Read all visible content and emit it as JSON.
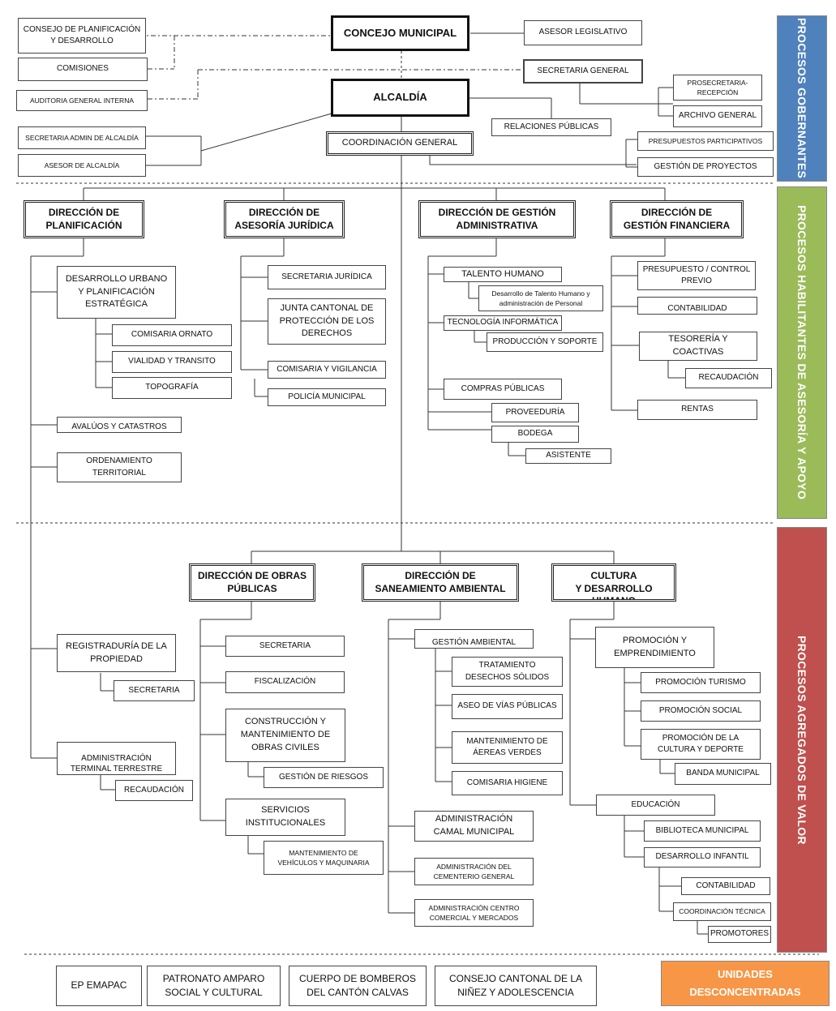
{
  "colors": {
    "gobernantes": "#4f81bd",
    "habilitantes": "#9bbb59",
    "agregados": "#c0504d",
    "desconcentradas": "#f79646"
  },
  "bands": {
    "gobernantes": "PROCESOS GOBERNANTES",
    "habilitantes": "PROCESOS HABILITANTES DE ASESORÍA Y APOYO",
    "agregados": "PROCESOS AGREGADOS DE VALOR",
    "desconcentradas": "UNIDADES\nDESCONCENTRADAS"
  },
  "gobernantes": {
    "concejo": "CONCEJO MUNICIPAL",
    "alcaldia": "ALCALDÍA",
    "consejo_planificacion": "CONSEJO DE PLANIFICACIÓN\nY DESARROLLO",
    "comisiones": "COMISIONES",
    "auditoria": "AUDITORIA GENERAL INTERNA",
    "secretaria_admin": "SECRETARIA ADMIN DE ALCALDÍA",
    "asesor_alcaldia": "ASESOR DE ALCALDÍA",
    "asesor_legislativo": "ASESOR LEGISLATIVO",
    "secretaria_general": "SECRETARIA GENERAL",
    "prosecretaria": "PROSECRETARIA-\nRECEPCIÓN",
    "archivo_general": "ARCHIVO GENERAL",
    "relaciones_publicas": "RELACIONES PÚBLICAS",
    "coordinacion_general": "COORDINACIÓN GENERAL",
    "presupuestos_participativos": "PRESUPUESTOS PARTICIPATIVOS",
    "gestion_proyectos": "GESTIÓN DE PROYECTOS"
  },
  "planificacion": {
    "title": "DIRECCIÓN DE\nPLANIFICACIÓN",
    "desarrollo_urbano": "DESARROLLO URBANO\nY PLANIFICACIÓN\nESTRATÉGICA",
    "comisaria_ornato": "COMISARIA ORNATO",
    "vialidad": "VIALIDAD Y TRANSITO",
    "topografia": "TOPOGRAFÍA",
    "avaluos": "AVALÚOS Y CATASTROS",
    "ordenamiento": "ORDENAMIENTO\nTERRITORIAL",
    "registraduria": "REGISTRADURÍA DE LA\nPROPIEDAD",
    "secretaria_reg": "SECRETARIA",
    "terminal": "ADMINISTRACIÓN\nTERMINAL TERRESTRE",
    "recaudacion_term": "RECAUDACIÓN"
  },
  "juridica": {
    "title": "DIRECCIÓN DE\nASESORÍA JURÍDICA",
    "secretaria_juridica": "SECRETARIA JURÍDICA",
    "junta_cantonal": "JUNTA CANTONAL DE\nPROTECCIÓN DE LOS\nDERECHOS",
    "comisaria_vigilancia": "COMISARIA Y VIGILANCIA",
    "policia_municipal": "POLICÍA MUNICIPAL"
  },
  "administrativa": {
    "title": "DIRECCIÓN DE GESTIÓN\nADMINISTRATIVA",
    "talento_humano": "TALENTO HUMANO",
    "desarrollo_talento": "Desarrollo de Talento Humano y\nadministración de Personal",
    "tecnologia": "TECNOLOGÍA INFORMÁTICA",
    "produccion_soporte": "PRODUCCIÓN Y SOPORTE",
    "compras_publicas": "COMPRAS PÚBLICAS",
    "proveeduria": "PROVEEDURÍA",
    "bodega": "BODEGA",
    "asistente": "ASISTENTE"
  },
  "financiera": {
    "title": "DIRECCIÓN DE\nGESTIÓN FINANCIERA",
    "presupuesto": "PRESUPUESTO / CONTROL\nPREVIO",
    "contabilidad": "CONTABILIDAD",
    "tesoreria": "TESORERÍA Y\nCOACTIVAS",
    "recaudacion": "RECAUDACIÓN",
    "rentas": "RENTAS"
  },
  "obras": {
    "title": "DIRECCIÓN DE OBRAS\nPÚBLICAS",
    "secretaria": "SECRETARIA",
    "fiscalizacion": "FISCALIZACIÓN",
    "construccion": "CONSTRUCCIÓN Y\nMANTENIMIENTO DE\nOBRAS CIVILES",
    "gestion_riesgos": "GESTIÓN DE RIESGOS",
    "servicios": "SERVICIOS\nINSTITUCIONALES",
    "mantenimiento_vehiculos": "MANTENIMIENTO DE\nVEHÍCULOS Y MAQUINARIA"
  },
  "saneamiento": {
    "title": "DIRECCIÓN DE\nSANEAMIENTO AMBIENTAL",
    "gestion_ambiental": "GESTIÓN AMBIENTAL",
    "tratamiento": "TRATAMIENTO\nDESECHOS SÓLIDOS",
    "aseo": "ASEO DE VÍAS PÚBLICAS",
    "mantenimiento_areas": "MANTENIMIENTO DE\nÁEREAS VERDES",
    "comisaria_higiene": "COMISARIA HIGIENE",
    "camal": "ADMINISTRACIÓN\nCAMAL MUNICIPAL",
    "cementerio": "ADMINISTRACIÓN DEL\nCEMENTERIO GENERAL",
    "centro_comercial": "ADMINISTRACIÓN CENTRO\nCOMERCIAL Y MERCADOS"
  },
  "cultura": {
    "title": "DIRECCIÓN DE CULTURA\nY DESARROLLO HUMANO",
    "promocion": "PROMOCIÓN Y\nEMPRENDIMIENTO",
    "turismo": "PROMOCIÓN TURISMO",
    "social": "PROMOCIÓN SOCIAL",
    "cultura_deporte": "PROMOCIÓN DE LA\nCULTURA Y DEPORTE",
    "banda": "BANDA MUNICIPAL",
    "educacion": "EDUCACIÓN",
    "biblioteca": "BIBLIOTECA MUNICIPAL",
    "desarrollo_infantil": "DESARROLLO INFANTIL",
    "contabilidad": "CONTABILIDAD",
    "coordinacion_tecnica": "COORDINACIÓN TÉCNICA",
    "promotores": "PROMOTORES"
  },
  "desconcentradas": {
    "emapac": "EP EMAPAC",
    "patronato": "PATRONATO AMPARO\nSOCIAL Y CULTURAL",
    "bomberos": "CUERPO DE BOMBEROS\nDEL CANTÓN CALVAS",
    "consejo_ninez": "CONSEJO CANTONAL DE LA\nNIÑEZ Y ADOLESCENCIA"
  }
}
